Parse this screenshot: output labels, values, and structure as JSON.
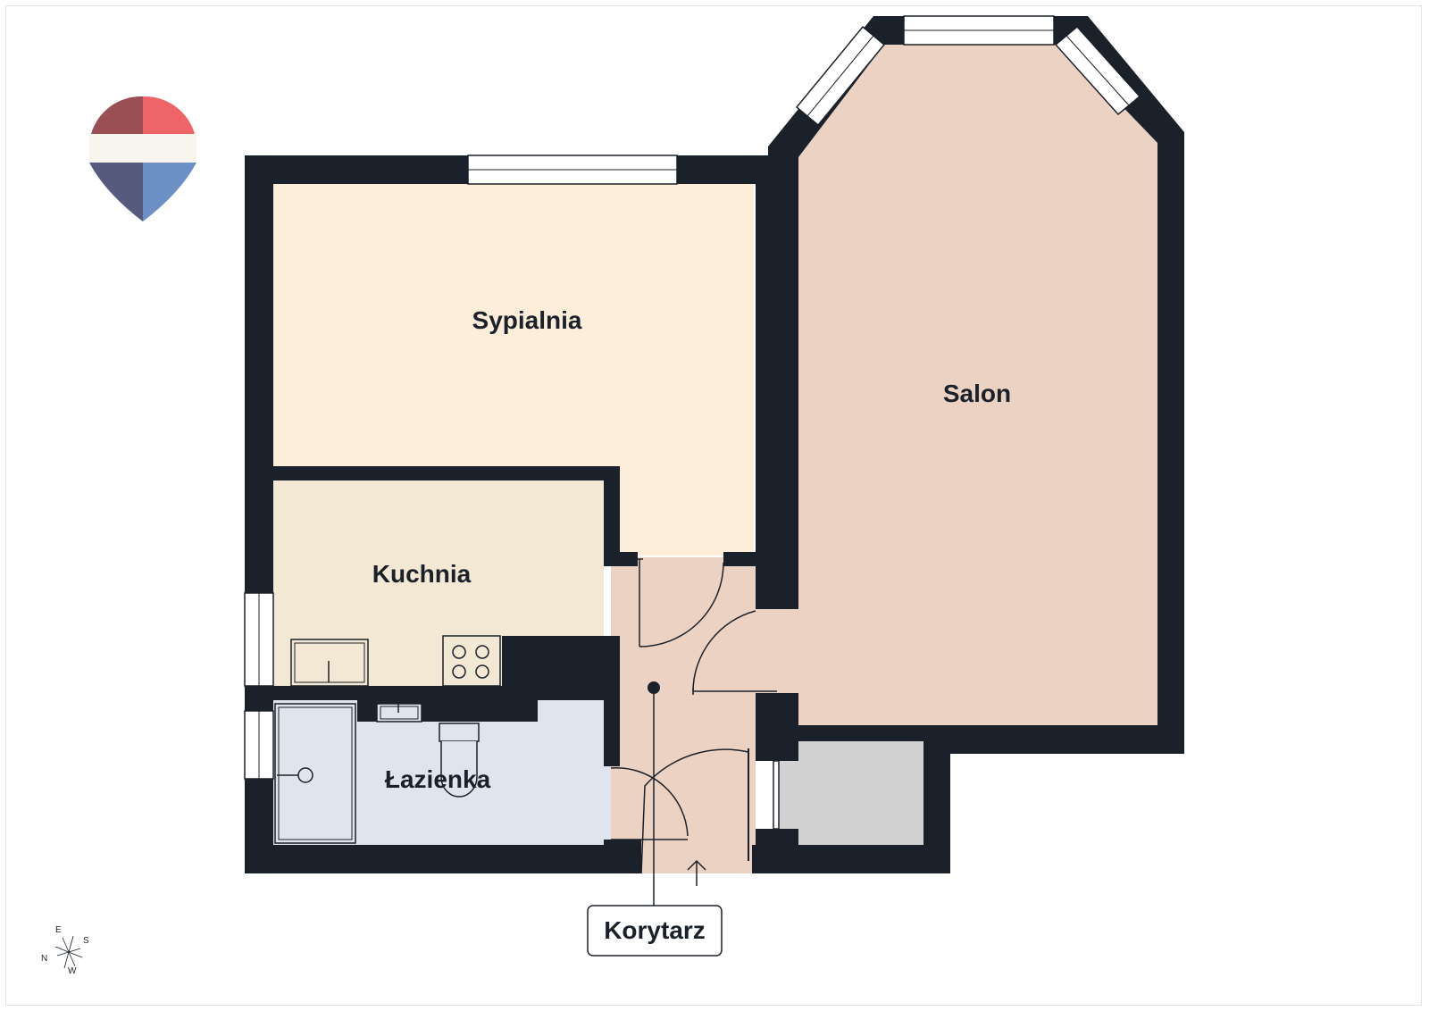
{
  "rooms": {
    "bedroom": "Sypialnia",
    "living_room": "Salon",
    "kitchen": "Kuchnia",
    "bathroom": "Łazienka",
    "corridor": "Korytarz"
  },
  "compass": {
    "n": "N",
    "e": "E",
    "s": "S",
    "w": "W"
  },
  "colors": {
    "wall": "#1b212b",
    "bedroom_fill": "#fdeeda",
    "living_fill": "#ecd2c3",
    "kitchen_fill": "#f2e8d3",
    "bathroom_fill": "#dfe4ef",
    "corridor_fill": "#ecd2c3",
    "balcony_fill": "#d2d2d2",
    "logo_red_dark": "#994f53",
    "logo_red_light": "#ee6468",
    "logo_blue_dark": "#565b7d",
    "logo_blue_light": "#6c8fc6"
  }
}
